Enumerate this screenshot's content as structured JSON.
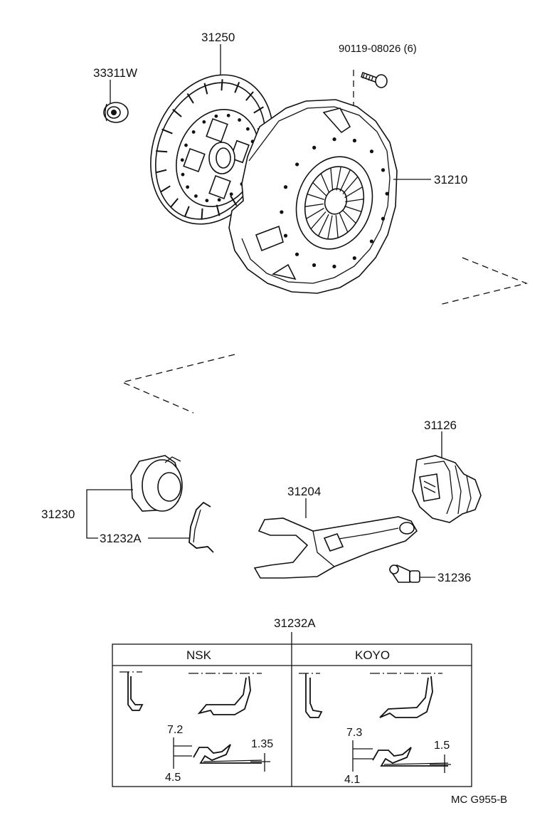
{
  "labels": {
    "pilot_bearing": "33311W",
    "clutch_disc": "31250",
    "bolt": "90119-08026 (6)",
    "clutch_cover": "31210",
    "release_fork_boot": "31126",
    "release_fork": "31204",
    "release_bearing": "31230",
    "clip": "31232A",
    "fork_support": "31236",
    "detail_title": "31232A"
  },
  "detail_table": {
    "col_left": "NSK",
    "col_right": "KOYO",
    "nsk": {
      "dim_top": "7.2",
      "dim_bottom": "4.5",
      "dim_right": "1.35"
    },
    "koyo": {
      "dim_top": "7.3",
      "dim_bottom": "4.1",
      "dim_right": "1.5"
    }
  },
  "footer": {
    "code": "MC G955-B"
  }
}
